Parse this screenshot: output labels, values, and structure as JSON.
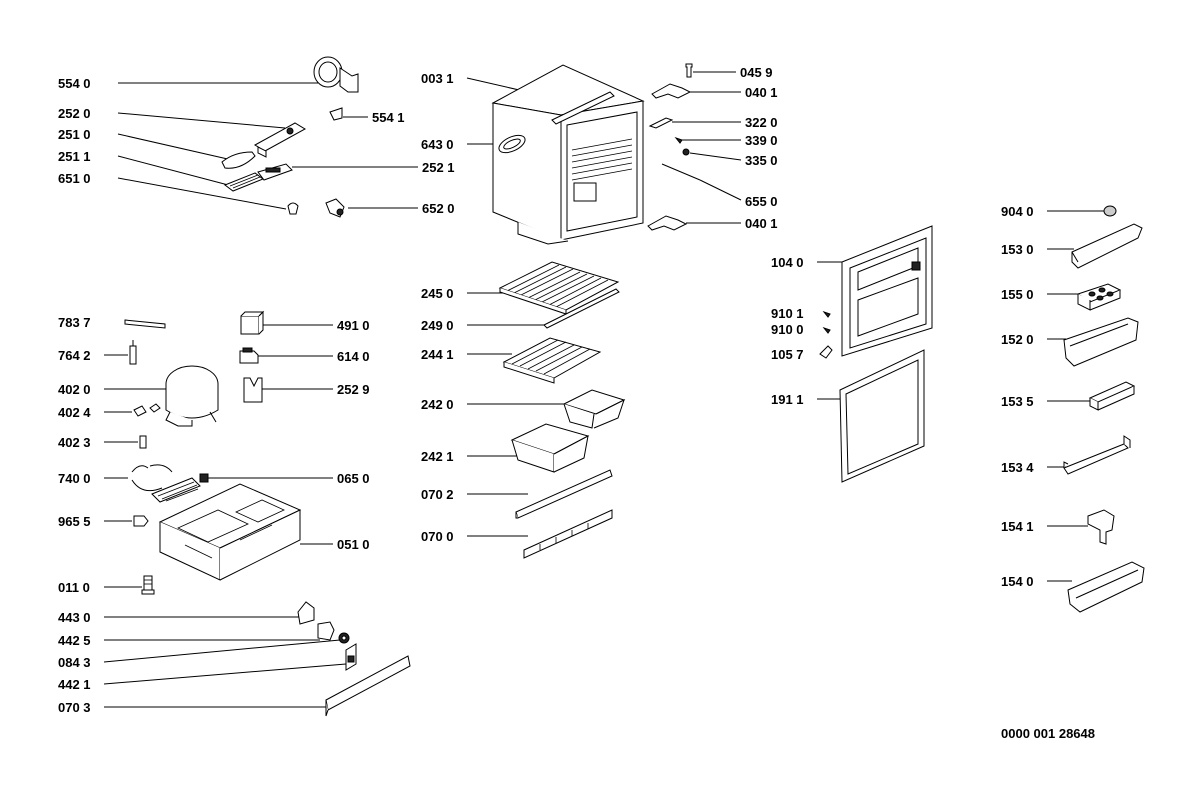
{
  "doc_id": "0000 001 28648",
  "labels": {
    "l5540": "554 0",
    "l2520": "252 0",
    "l2510": "251 0",
    "l2511": "251 1",
    "l6510": "651 0",
    "l5541": "554 1",
    "l2521": "252 1",
    "l6520": "652 0",
    "l0031": "003 1",
    "l6430": "643 0",
    "l0459": "045 9",
    "l0401a": "040 1",
    "l3220": "322 0",
    "l3390": "339 0",
    "l3350": "335 0",
    "l6550": "655 0",
    "l0401b": "040 1",
    "l9040": "904 0",
    "l1530": "153 0",
    "l1550": "155 0",
    "l1520": "152 0",
    "l1535": "153 5",
    "l1534": "153 4",
    "l1541": "154 1",
    "l1540": "154 0",
    "l1040": "104 0",
    "l9101": "910 1",
    "l9100": "910 0",
    "l1057": "105 7",
    "l1911": "191 1",
    "l2450": "245 0",
    "l2490": "249 0",
    "l2441": "244 1",
    "l2420": "242 0",
    "l2421": "242 1",
    "l0702": "070 2",
    "l0700": "070 0",
    "l7837": "783 7",
    "l4910": "491 0",
    "l7642": "764 2",
    "l6140": "614 0",
    "l4020": "402 0",
    "l2529": "252 9",
    "l4024": "402 4",
    "l4023": "402 3",
    "l7400": "740 0",
    "l0650": "065 0",
    "l9655": "965 5",
    "l0510": "051 0",
    "l0110": "011 0",
    "l4430": "443 0",
    "l4425": "442 5",
    "l0843": "084 3",
    "l4421": "442 1",
    "l0703": "070 3"
  }
}
